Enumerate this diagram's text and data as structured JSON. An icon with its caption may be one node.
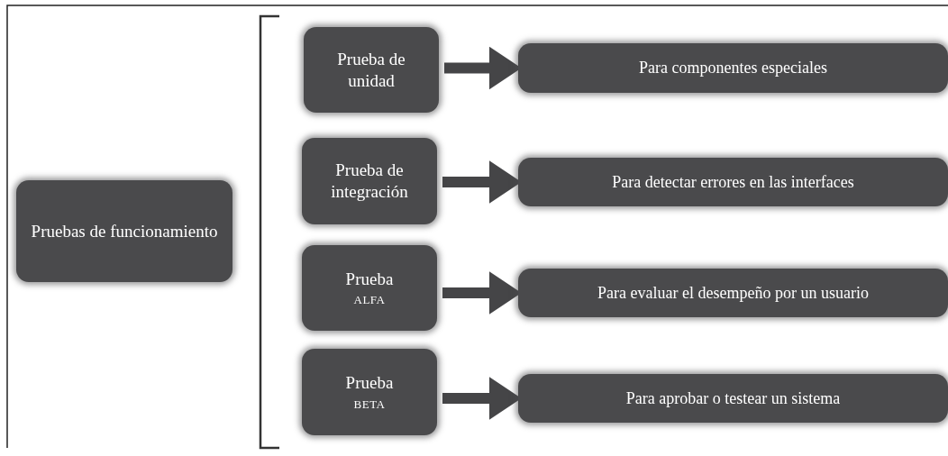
{
  "diagram": {
    "nodes": [
      {
        "text": [
          "Pruebas de funcionamiento"
        ]
      },
      {
        "text": [
          "Prueba de unidad"
        ]
      },
      {
        "text": [
          "Prueba de integración"
        ]
      },
      {
        "text": [
          "Prueba",
          "ALFA"
        ]
      },
      {
        "text": [
          "Prueba",
          "BETA"
        ]
      },
      {
        "text": [
          "Para componentes especiales"
        ]
      },
      {
        "text": [
          "Para detectar errores en las interfaces"
        ]
      },
      {
        "text": [
          "Para evaluar el desempeño por un usuario"
        ]
      },
      {
        "text": [
          "Para aprobar o testear un sistema"
        ]
      }
    ],
    "edges": [
      {
        "from": 1,
        "to": 5,
        "arrow": "to"
      },
      {
        "from": 2,
        "to": 6,
        "arrow": "to"
      },
      {
        "from": 3,
        "to": 7,
        "arrow": "to"
      },
      {
        "from": 4,
        "to": 8,
        "arrow": "to"
      }
    ]
  }
}
